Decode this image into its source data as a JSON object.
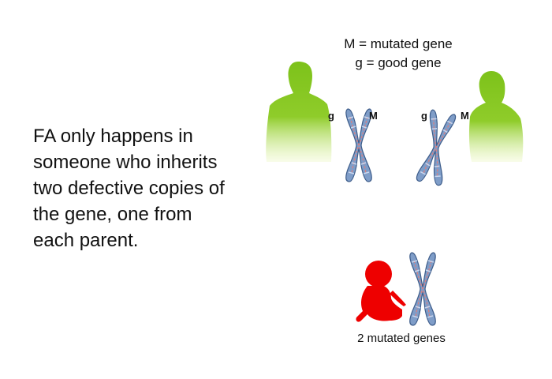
{
  "description_text": {
    "lines": [
      "FA only happens in",
      "someone who inherits",
      "two defective copies of",
      "the gene, one from",
      "each parent."
    ]
  },
  "legend": {
    "line1": "M = mutated gene",
    "line2": "g = good gene"
  },
  "parents": {
    "left": {
      "label_g": "g",
      "label_m": "M"
    },
    "right": {
      "label_g": "g",
      "label_m": "M"
    }
  },
  "child": {
    "caption": "2 mutated genes"
  },
  "colors": {
    "parent_figure": "#7dc21a",
    "child_figure": "#ee0000",
    "chromosome_fill": "#7f9dc8",
    "chromosome_stripe": "#d98080"
  },
  "icons": [
    "father-silhouette",
    "mother-silhouette",
    "baby-silhouette",
    "chromosome-icon"
  ]
}
